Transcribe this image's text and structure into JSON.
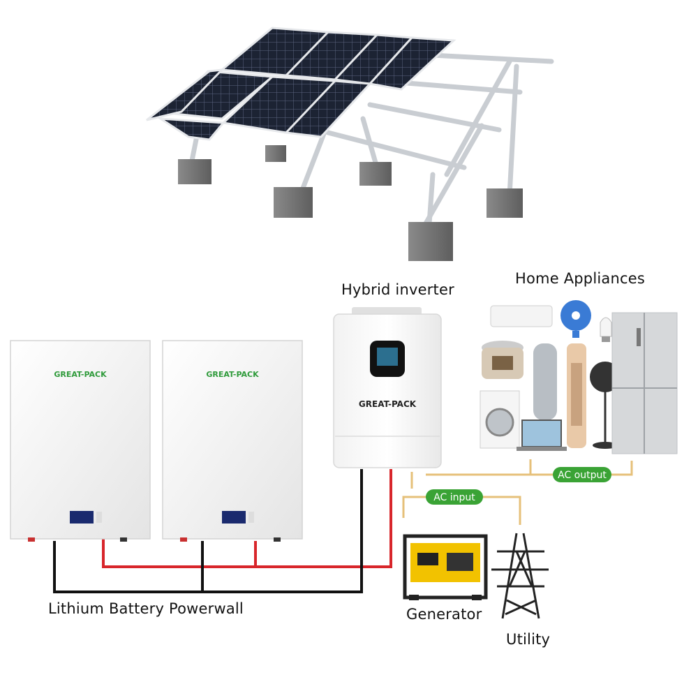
{
  "labels": {
    "hybrid_inverter": "Hybrid inverter",
    "home_appliances": "Home Appliances",
    "battery_powerwall": "Lithium Battery Powerwall",
    "generator": "Generator",
    "utility": "Utility"
  },
  "tags": {
    "ac_output": "AC output",
    "ac_input": "AC input"
  },
  "brand": {
    "battery_1": "GREAT-PACK",
    "battery_2": "GREAT-PACK",
    "inverter": "GREAT-PACK"
  },
  "colors": {
    "tag_green": "#3aa335",
    "wire_red": "#d8262b",
    "wire_black": "#111111",
    "ac_wire": "#e6c07a",
    "brand_green": "#2e9a3a",
    "panel_blue": "#1c2333"
  }
}
